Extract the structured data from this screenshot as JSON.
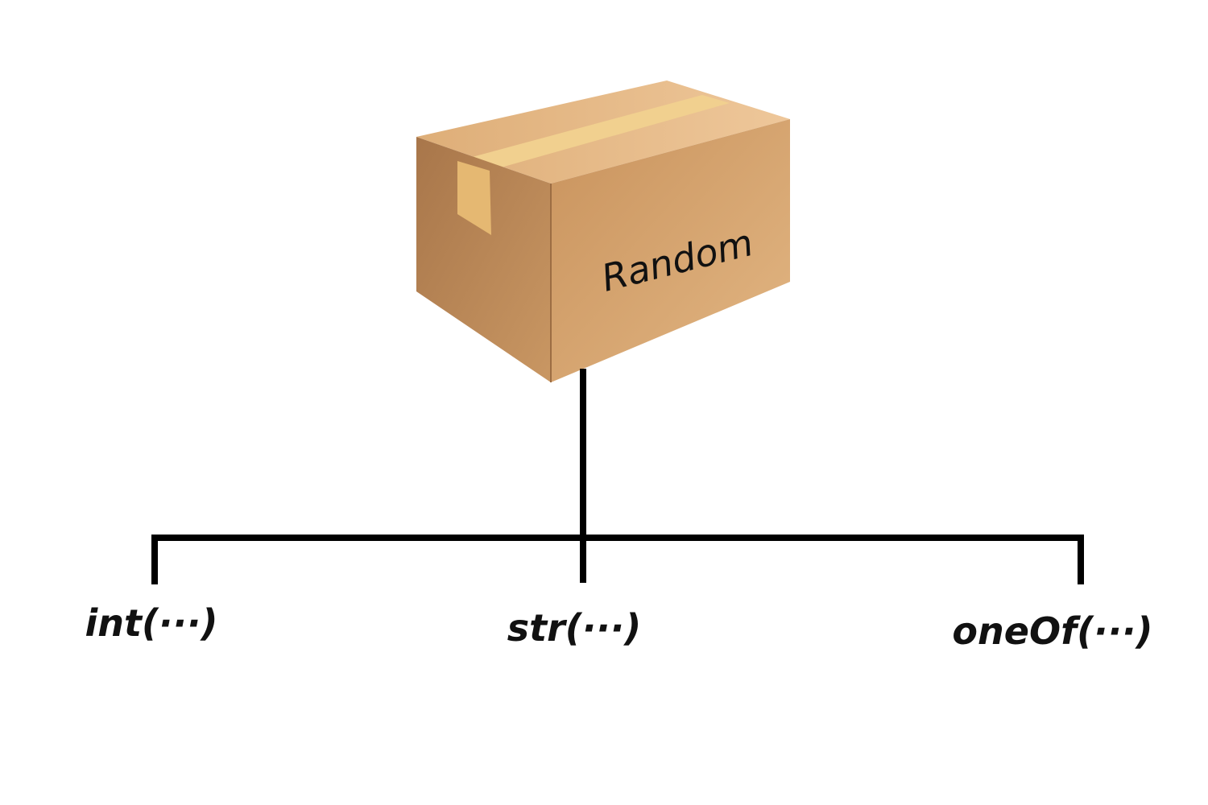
{
  "root": {
    "label": "Random",
    "icon": "cardboard-box-icon"
  },
  "children": [
    {
      "id": "int",
      "label": "int(···)"
    },
    {
      "id": "str",
      "label": "str(···)"
    },
    {
      "id": "oneOf",
      "label": "oneOf(···)"
    }
  ],
  "colors": {
    "line": "#000000",
    "box_front": "#d2a26e",
    "box_side": "#b98553",
    "box_top": "#e8bf8e",
    "tape": "#f0cf8c",
    "text": "#111111"
  }
}
